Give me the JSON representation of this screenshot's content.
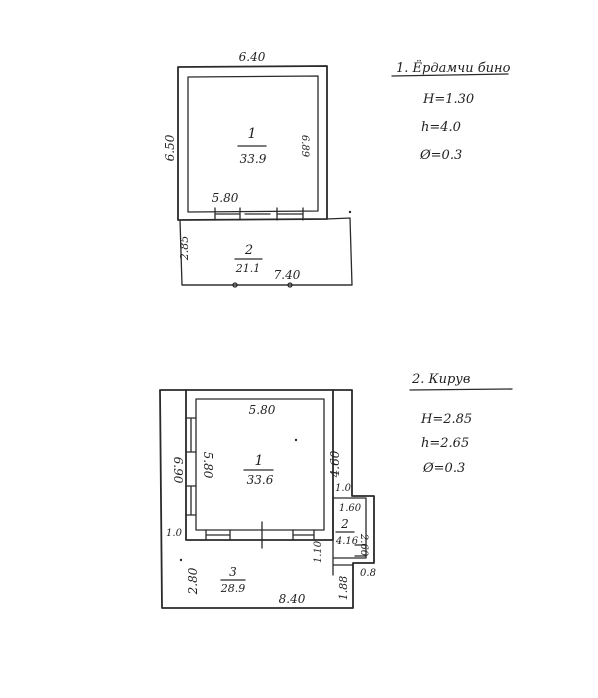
{
  "top_plan": {
    "room_1": {
      "number": "1",
      "area": "33.9"
    },
    "room_2": {
      "number": "2",
      "area": "21.1"
    },
    "dims": {
      "top_width": "6.40",
      "left_height": "6.50",
      "inner_right": "6.89",
      "inner_bottom": "5.80",
      "porch_left": "2.85",
      "porch_bottom": "7.40"
    }
  },
  "top_legend": {
    "title": "1. Ёрдамчи бино",
    "line_h_upper": "H=1.30",
    "line_h_lower": "h=4.0",
    "line_d": "Ø=0.3"
  },
  "bottom_plan": {
    "room_1": {
      "number": "1",
      "area": "33.6"
    },
    "room_2": {
      "number": "2",
      "area": "4.16"
    },
    "room_3": {
      "number": "3",
      "area": "28.9"
    },
    "dims": {
      "inner_top": "5.80",
      "outer_left": "6.90",
      "inner_left": "5.80",
      "right_upper": "4.60",
      "right_small": "1.0",
      "small_room_top": "1.60",
      "small_room_right": "2.60",
      "left_small": "1.0",
      "mid_small": "1.10",
      "bottom_right_small": "0.8",
      "bottom_left": "2.80",
      "bottom_width": "8.40",
      "bottom_mid": "1.88"
    }
  },
  "bottom_legend": {
    "title": "2. Кирув",
    "line_h_upper": "H=2.85",
    "line_h_lower": "h=2.65",
    "line_d": "Ø=0.3"
  }
}
